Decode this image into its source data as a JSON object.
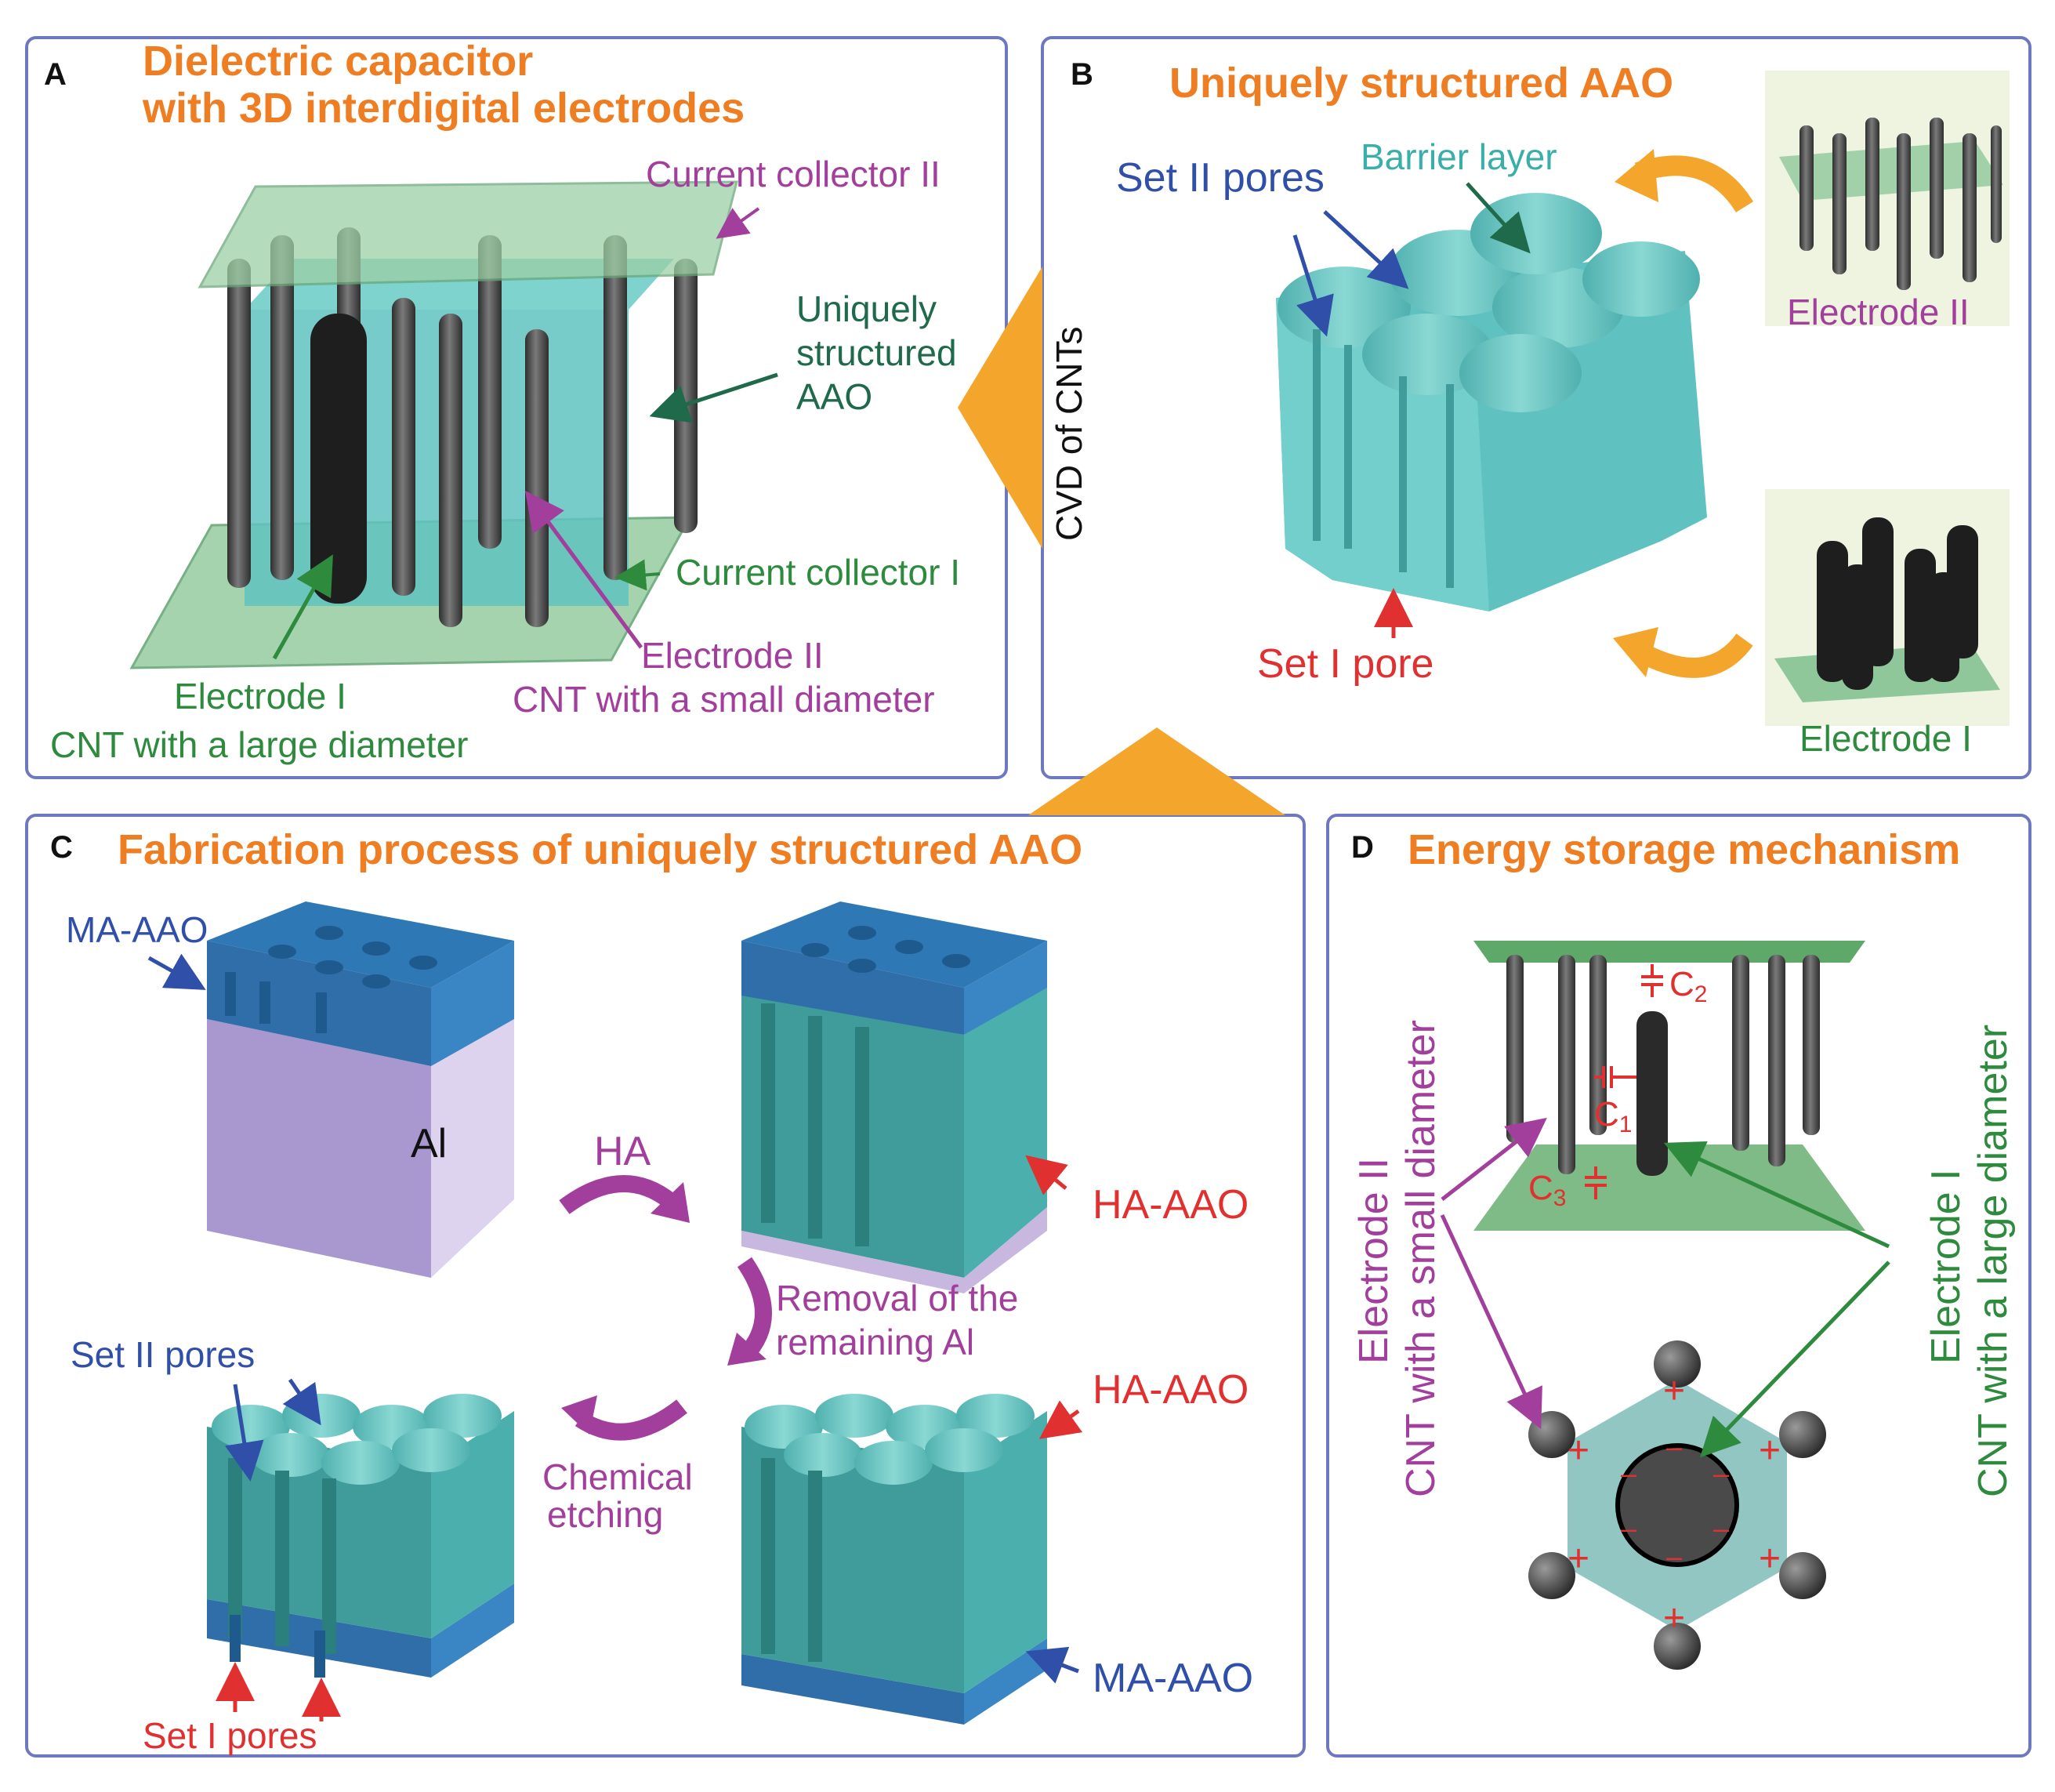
{
  "colors": {
    "title": "#ef7d22",
    "panel_border": "#6e78c0",
    "purple": "#a23f9c",
    "green": "#2e8b3e",
    "dark_green": "#1e6a4a",
    "blue": "#2f4fa8",
    "red": "#e03030",
    "aao_teal": "#5fc2c0",
    "aao_dark": "#3f9c9a",
    "ma_aao_blue": "#2f78b6",
    "aluminum": "#c8b8e0",
    "arrow_orange": "#f4a52c",
    "cnt_gray": "#4f4f4f",
    "collector_green": "#8fc79a"
  },
  "panelA": {
    "letter": "A",
    "title_line1": "Dielectric capacitor",
    "title_line2": "with 3D interdigital electrodes",
    "current_collector_2": "Current collector II",
    "aao_line1": "Uniquely",
    "aao_line2": "structured",
    "aao_line3": "AAO",
    "current_collector_1": "Current collector I",
    "electrode2": "Electrode II",
    "electrode2_desc": "CNT with a small diameter",
    "electrode1": "Electrode I",
    "electrode1_desc": "CNT with a large diameter"
  },
  "arrow_A_B": "CVD of CNTs",
  "panelB": {
    "letter": "B",
    "title": "Uniquely structured AAO",
    "set2_pores": "Set II pores",
    "barrier_layer": "Barrier layer",
    "set1_pore": "Set I pore",
    "electrode2": "Electrode II",
    "electrode1": "Electrode I"
  },
  "panelC": {
    "letter": "C",
    "title": "Fabrication process of uniquely structured AAO",
    "ma_aao_top": "MA-AAO",
    "al": "Al",
    "ha": "HA",
    "ha_aao_1": "HA-AAO",
    "removal_line1": "Removal of the",
    "removal_line2": "remaining Al",
    "ha_aao_2": "HA-AAO",
    "set2_pores": "Set II pores",
    "chemical_line1": "Chemical",
    "chemical_line2": "etching",
    "ma_aao_bottom": "MA-AAO",
    "set1_pores": "Set I pores"
  },
  "panelD": {
    "letter": "D",
    "title": "Energy storage mechanism",
    "c1": "C",
    "c1_sub": "1",
    "c2": "C",
    "c2_sub": "2",
    "c3": "C",
    "c3_sub": "3",
    "left_line1": "Electrode II",
    "left_line2": "CNT with a small diameter",
    "right_line1": "Electrode I",
    "right_line2": "CNT with a large diameter",
    "plus": "+",
    "minus": "–"
  }
}
